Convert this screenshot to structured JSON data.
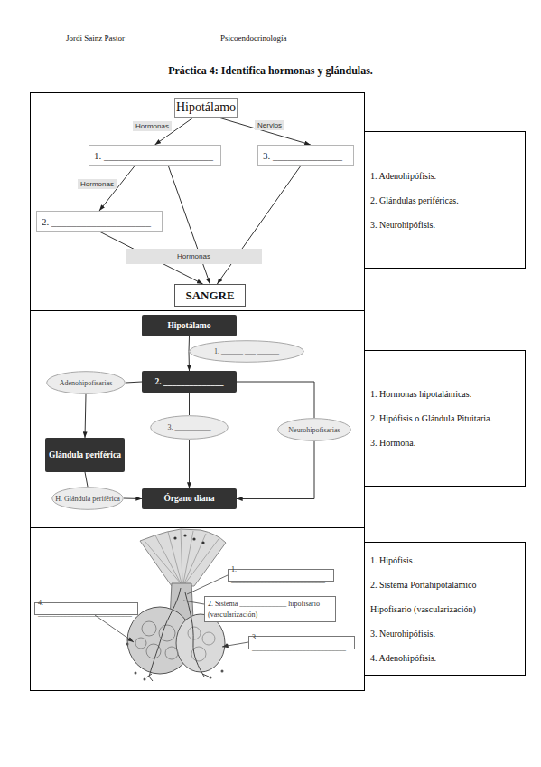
{
  "diagram": {
    "title": "Práctica 4: Identifica hormonas y glándulas.",
    "nodes": [
      {
        "text": [
          "Hipotálamo"
        ]
      },
      {
        "text": [
          "1. ______________________"
        ]
      },
      {
        "text": [
          "3. ______________"
        ]
      },
      {
        "text": [
          "2. ____________________"
        ]
      },
      {
        "text": [
          "Hormonas"
        ]
      },
      {
        "text": [
          "SANGRE"
        ]
      },
      {
        "text": [
          "1. Adenohipófisis.",
          "2. Glándulas periféricas.",
          "3. Neurohipófisis."
        ]
      },
      {
        "text": [
          "Hipotálamo"
        ]
      },
      {
        "text": [
          "1. ______ ___ ______"
        ]
      },
      {
        "text": [
          "2. ______________"
        ]
      },
      {
        "text": [
          "Adenohipofisarias"
        ]
      },
      {
        "text": [
          "3. __________"
        ]
      },
      {
        "text": [
          "Neurohipofisarias"
        ]
      },
      {
        "text": [
          "Glándula periférica"
        ]
      },
      {
        "text": [
          "H. Glándula periférica"
        ]
      },
      {
        "text": [
          "Órgano diana"
        ]
      },
      {
        "text": [
          "1. Hormonas hipotalámicas.",
          "2. Hipófisis o Glándula Pituitaria.",
          "3. Hormona."
        ]
      },
      {
        "text": [
          "1. __________________________"
        ]
      },
      {
        "text": [
          "2. Sistema _____________ hipofisario (vascularización)"
        ]
      },
      {
        "text": [
          "4. __________________________"
        ]
      },
      {
        "text": [
          "3. __________________________"
        ]
      },
      {
        "text": [
          "1. Hipófisis.",
          "2. Sistema Portahipotalámico Hipofisario (vascularización)",
          "3. Neurohipófisis.",
          "4. Adenohipófisis."
        ]
      }
    ],
    "edges": [
      {
        "from": 0,
        "to": 1,
        "arrow": "to",
        "label": "Hormonas"
      },
      {
        "from": 0,
        "to": 2,
        "arrow": "to",
        "label": "Nervios"
      },
      {
        "from": 1,
        "to": 3,
        "arrow": "to",
        "label": "Hormonas"
      },
      {
        "from": 3,
        "to": 5,
        "arrow": "to"
      },
      {
        "from": 1,
        "to": 5,
        "arrow": "to"
      },
      {
        "from": 2,
        "to": 5,
        "arrow": "to"
      },
      {
        "from": 7,
        "to": 8,
        "arrow": "none"
      },
      {
        "from": 8,
        "to": 9,
        "arrow": "to"
      },
      {
        "from": 9,
        "to": 10,
        "arrow": "none"
      },
      {
        "from": 10,
        "to": 13,
        "arrow": "to"
      },
      {
        "from": 13,
        "to": 14,
        "arrow": "none"
      },
      {
        "from": 14,
        "to": 15,
        "arrow": "to"
      },
      {
        "from": 9,
        "to": 11,
        "arrow": "none"
      },
      {
        "from": 11,
        "to": 15,
        "arrow": "to"
      },
      {
        "from": 9,
        "to": 12,
        "arrow": "none"
      },
      {
        "from": 12,
        "to": 15,
        "arrow": "to"
      }
    ],
    "labels": [
      "Jordi Sainz Pastor",
      "Psicoendocrinología"
    ]
  }
}
